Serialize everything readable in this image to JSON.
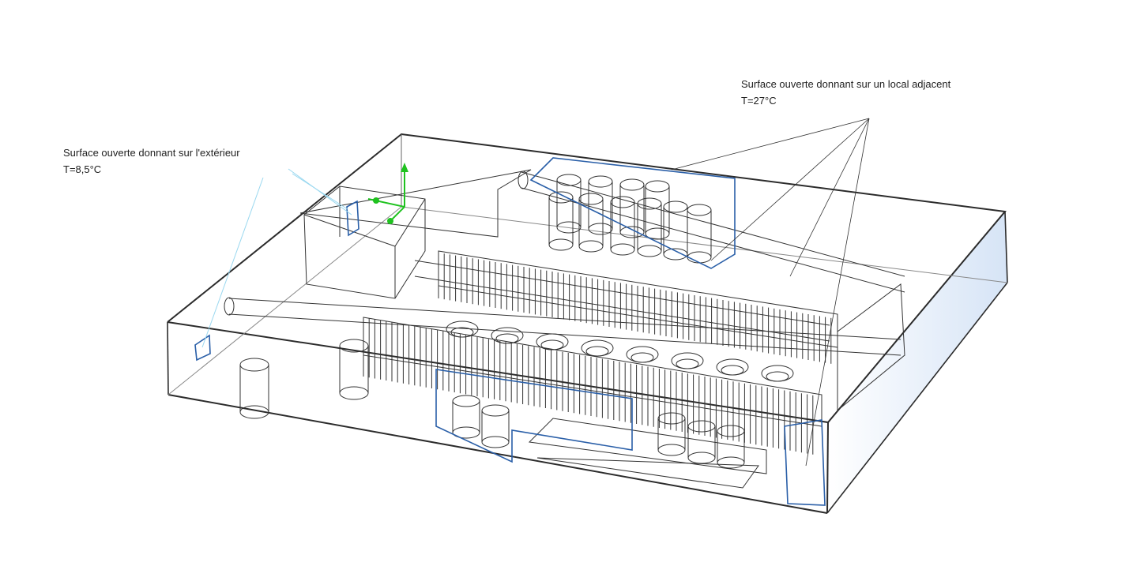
{
  "annotations": [
    {
      "title": "Surface ouverte donnant sur l'extérieur",
      "temperature": "T=8,5°C"
    },
    {
      "title": "Surface ouverte donnant sur un local adjacent",
      "temperature": "T=27°C"
    }
  ],
  "colors": {
    "wire": "#2b2b2b",
    "selection": "#2a5fa8",
    "axis": "#1fc21f",
    "leader": "#9ad8f0",
    "face": "#d8e6f7"
  }
}
